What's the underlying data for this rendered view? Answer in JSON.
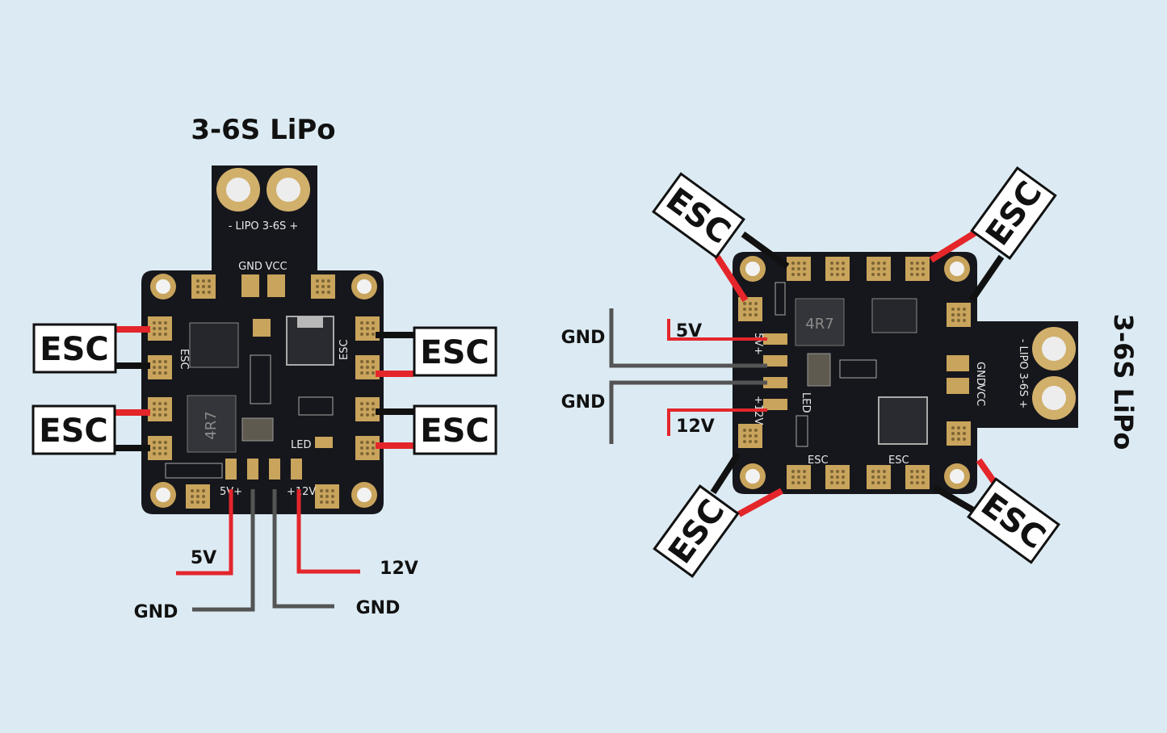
{
  "title_left": "3-6S LiPo",
  "title_right": "3-6S LiPo",
  "esc_label": "ESC",
  "board": {
    "silk_lipo": "- LIPO 3-6S +",
    "silk_gnd": "GND",
    "silk_vcc": "VCC",
    "silk_esc": "ESC",
    "silk_led": "LED",
    "silk_5v": "5V+",
    "silk_12v": "+12V",
    "silk_inductor": "4R7"
  },
  "outputs": {
    "v5": "5V",
    "v12": "12V",
    "gnd": "GND"
  },
  "colors": {
    "background": "#dcebf3",
    "pcb": "#16171c",
    "pad": "#c9a45c",
    "power_wire": "#e4262b",
    "ground_wire": "#111111",
    "bus_gray": "#545454"
  }
}
